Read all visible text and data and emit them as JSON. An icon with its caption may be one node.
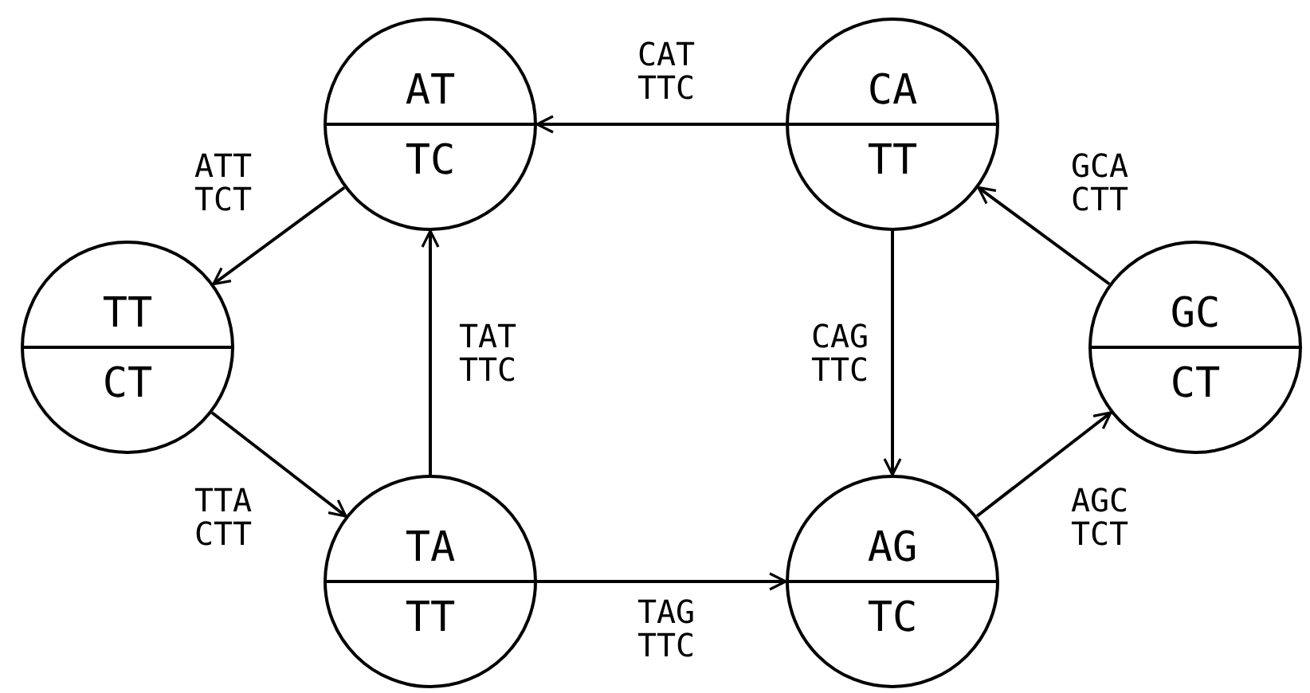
{
  "diagram": {
    "nodes": [
      {
        "text": [
          "AT",
          "TC"
        ]
      },
      {
        "text": [
          "CA",
          "TT"
        ]
      },
      {
        "text": [
          "TT",
          "CT"
        ]
      },
      {
        "text": [
          "GC",
          "CT"
        ]
      },
      {
        "text": [
          "TA",
          "TT"
        ]
      },
      {
        "text": [
          "AG",
          "TC"
        ]
      }
    ],
    "edges": [
      {
        "from": 1,
        "to": 0,
        "arrow": "to",
        "label": "CAT TTC"
      },
      {
        "from": 0,
        "to": 2,
        "arrow": "to",
        "label": "ATT TCT"
      },
      {
        "from": 4,
        "to": 0,
        "arrow": "to",
        "label": "TAT TTC"
      },
      {
        "from": 1,
        "to": 5,
        "arrow": "to",
        "label": "CAG TTC"
      },
      {
        "from": 3,
        "to": 1,
        "arrow": "to",
        "label": "GCA CTT"
      },
      {
        "from": 2,
        "to": 4,
        "arrow": "to",
        "label": "TTA CTT"
      },
      {
        "from": 5,
        "to": 3,
        "arrow": "to",
        "label": "AGC TCT"
      },
      {
        "from": 4,
        "to": 5,
        "arrow": "to",
        "label": "TAG TTC"
      }
    ]
  }
}
